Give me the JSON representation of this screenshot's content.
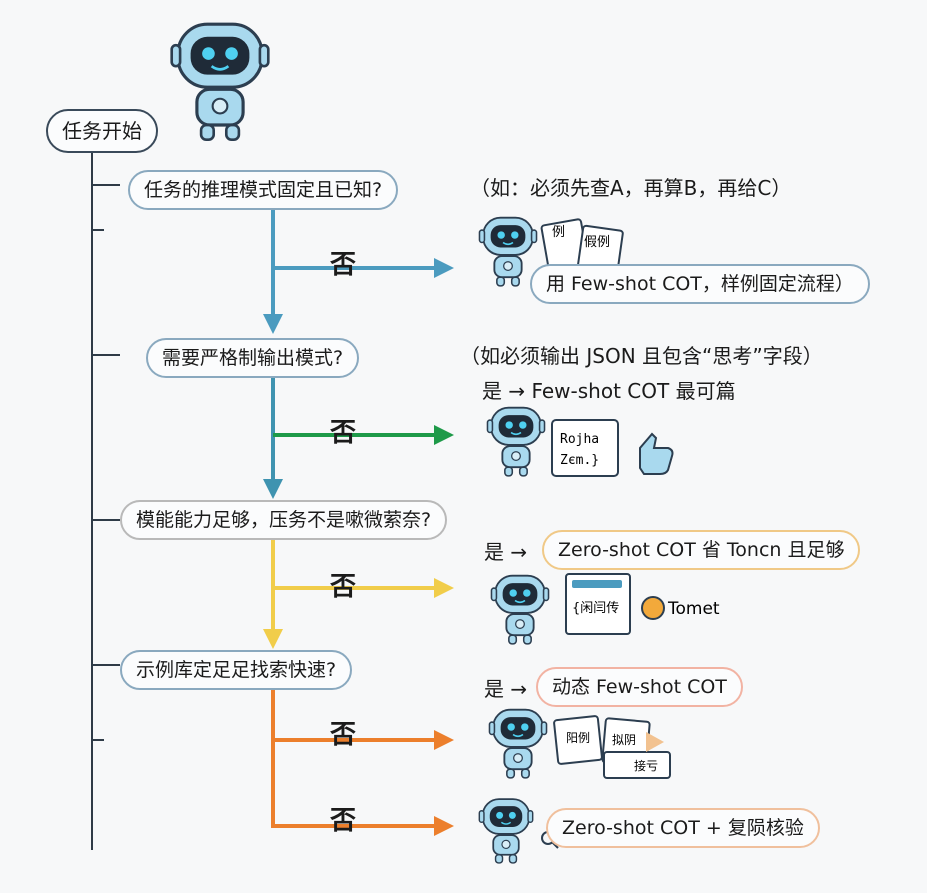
{
  "start": "任务开始",
  "questions": [
    "任务的推理模式固定且已知?",
    "需要严格制输出模式?",
    "模能能力足够，压务不是嗽微萦奈?",
    "示例库定足足找索快速?"
  ],
  "no_labels": [
    "否",
    "否",
    "否",
    "否",
    "否"
  ],
  "notes": {
    "q1_hint": "（如：必须先查A，再算B，再给C）",
    "q2_hint": "（如必须输出 JSON 且包含“思考”字段）",
    "q2_yes": "是 → Few-shot COT 最可篇",
    "q3_yes_prefix": "是 →",
    "q4_yes_prefix": "是 →"
  },
  "results": {
    "r1": "用 Few-shot COT，样例固定流程）",
    "r3": "Zero-shot COT 省 Toncn 且足够",
    "r4": "动态 Few-shot COT",
    "r5": "Zero-shot COT + 复陨核验"
  },
  "illustration_labels": {
    "cards_a": [
      "例",
      "假例"
    ],
    "code_card": [
      "Rojha",
      "Zєm.}"
    ],
    "ui_card": "{闲闫传",
    "token_label": "Tomet",
    "cards_b": [
      "阳例",
      "拟阴",
      "接亏"
    ]
  },
  "colors": {
    "q1_arrow": "#4b9bbf",
    "q2_arrow": "#1e9a49",
    "q3_arrow": "#f1cd4a",
    "q4_arrow": "#ec7f2c"
  }
}
